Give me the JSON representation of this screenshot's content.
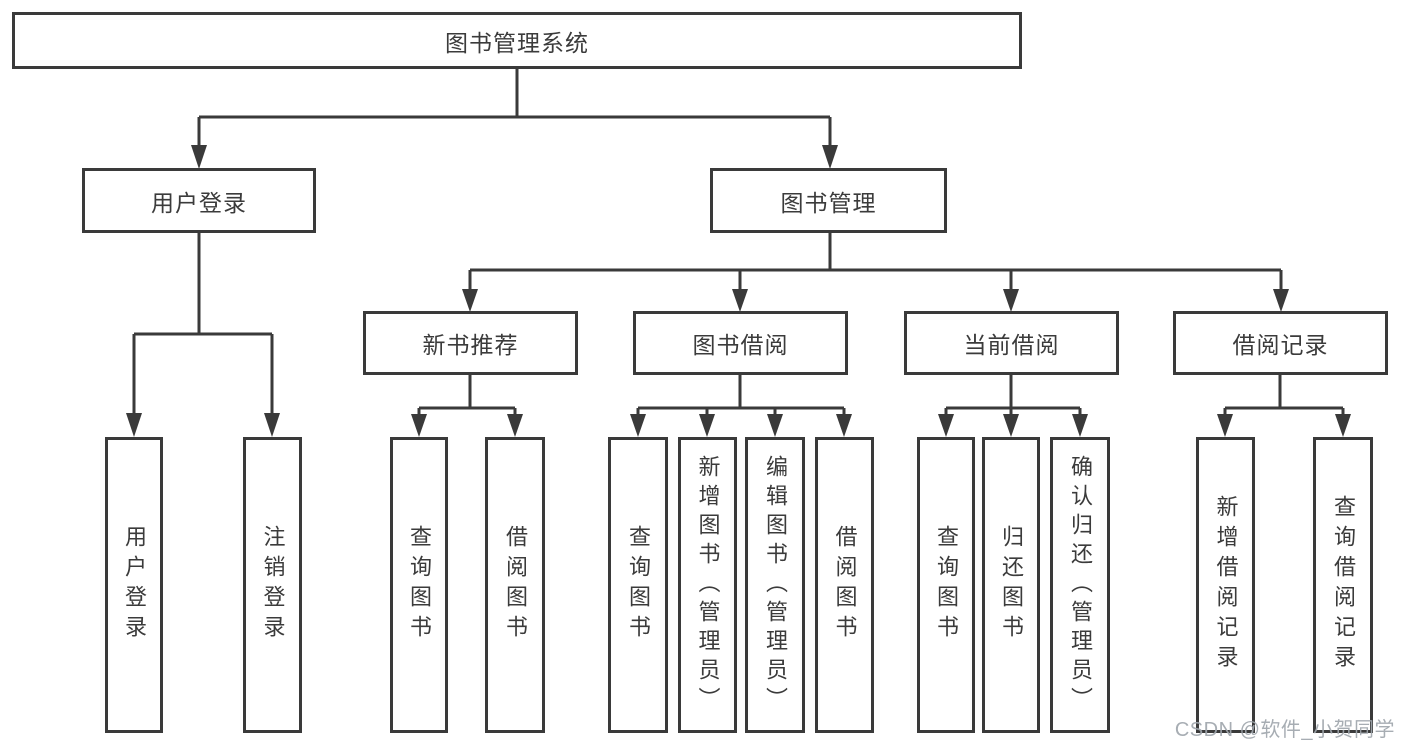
{
  "diagram": {
    "root": {
      "label": "图书管理系统"
    },
    "branches": {
      "user_login": {
        "label": "用户登录",
        "children": {
          "login": {
            "label": "用户登录"
          },
          "logout": {
            "label": "注销登录"
          }
        }
      },
      "book_management": {
        "label": "图书管理",
        "sections": {
          "new_book_recommend": {
            "label": "新书推荐",
            "children": {
              "query_book": {
                "label": "查询图书"
              },
              "borrow_book": {
                "label": "借阅图书"
              }
            }
          },
          "book_borrow": {
            "label": "图书借阅",
            "children": {
              "query_book": {
                "label": "查询图书"
              },
              "add_book": {
                "label": "新增图书（管理员）"
              },
              "edit_book": {
                "label": "编辑图书（管理员）"
              },
              "borrow_book": {
                "label": "借阅图书"
              }
            }
          },
          "current_borrow": {
            "label": "当前借阅",
            "children": {
              "query_book": {
                "label": "查询图书"
              },
              "return_book": {
                "label": "归还图书"
              },
              "confirm_return": {
                "label": "确认归还（管理员）"
              }
            }
          },
          "borrow_record": {
            "label": "借阅记录",
            "children": {
              "add_record": {
                "label": "新增借阅记录"
              },
              "query_record": {
                "label": "查询借阅记录"
              }
            }
          }
        }
      }
    },
    "watermark": "CSDN @软件_小贺同学",
    "colors": {
      "line": "#3a3a3a",
      "text": "#3b3b3b",
      "watermark": "#a0a6ac",
      "background": "#ffffff"
    }
  }
}
